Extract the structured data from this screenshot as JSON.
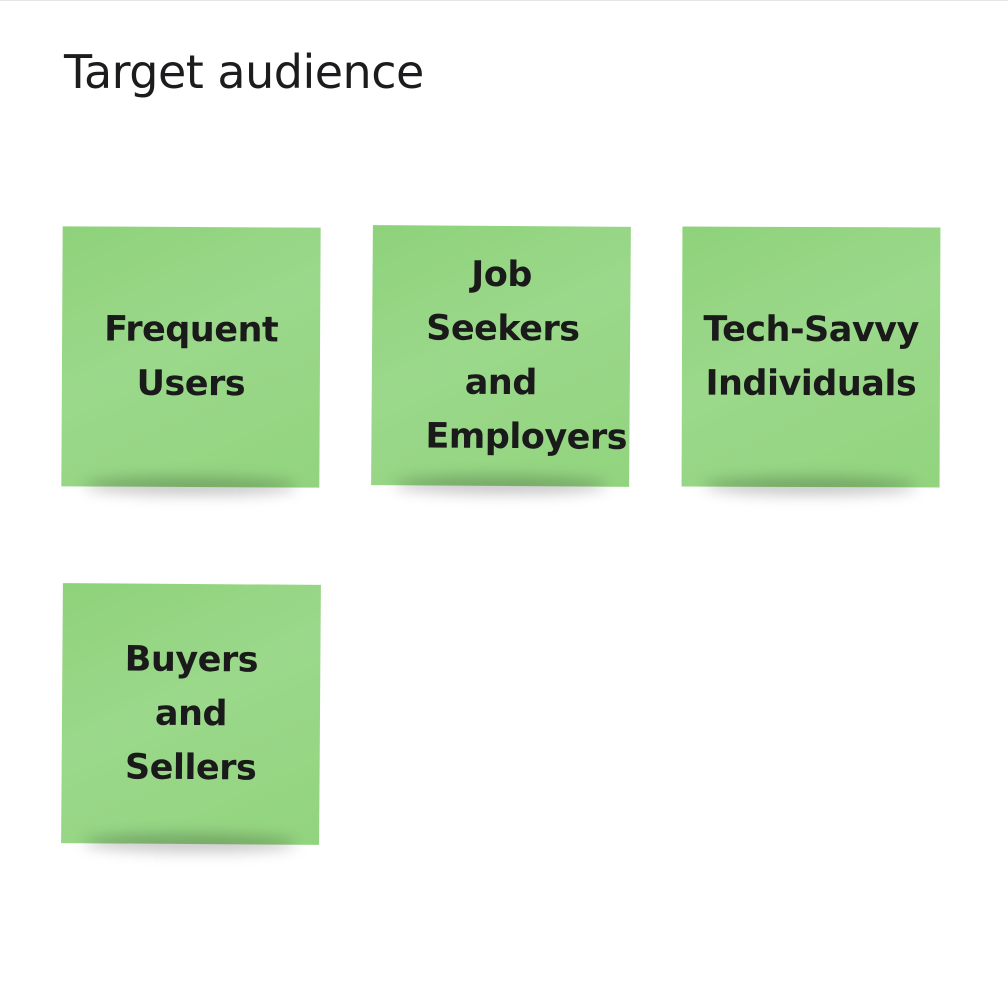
{
  "frame": {
    "title": "Target audience"
  },
  "sticky_notes": [
    {
      "text": "Frequent Users",
      "color": "#9bd88b"
    },
    {
      "text": "Job Seekers and Employers",
      "color": "#9bd88b"
    },
    {
      "text": "Tech-Savvy Individuals",
      "color": "#9bd88b"
    },
    {
      "text": "Buyers and Sellers",
      "color": "#9bd88b"
    }
  ]
}
